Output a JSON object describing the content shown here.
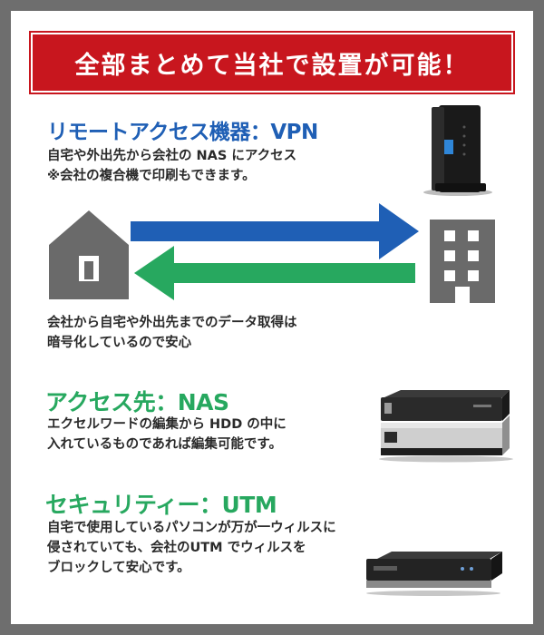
{
  "banner": {
    "title": "全部まとめて当社で設置が可能！"
  },
  "colors": {
    "frame": "#6e6e6e",
    "banner": "#c8161e",
    "blue": "#1f5fb5",
    "green": "#27a85f",
    "icon_gray": "#6a6a6a"
  },
  "vpn": {
    "heading": "リモートアクセス機器：VPN",
    "line1": "自宅や外出先から会社の NAS にアクセス",
    "line2": "※会社の複合機で印刷もできます。"
  },
  "transfer": {
    "line1": "会社から自宅や外出先までのデータ取得は",
    "line2": "暗号化しているので安心"
  },
  "nas": {
    "heading": "アクセス先：NAS",
    "line1": "エクセルワードの編集から HDD の中に",
    "line2": "入れているものであれば編集可能です。"
  },
  "utm": {
    "heading": "セキュリティー：UTM",
    "line1": "自宅で使用しているパソコンが万が一ウィルスに",
    "line2": "侵されていても、会社のUTM でウィルスを",
    "line3": "ブロックして安心です。"
  },
  "icons": [
    "router-icon",
    "house-icon",
    "office-building-icon",
    "nas-device-icon",
    "utm-device-icon"
  ]
}
